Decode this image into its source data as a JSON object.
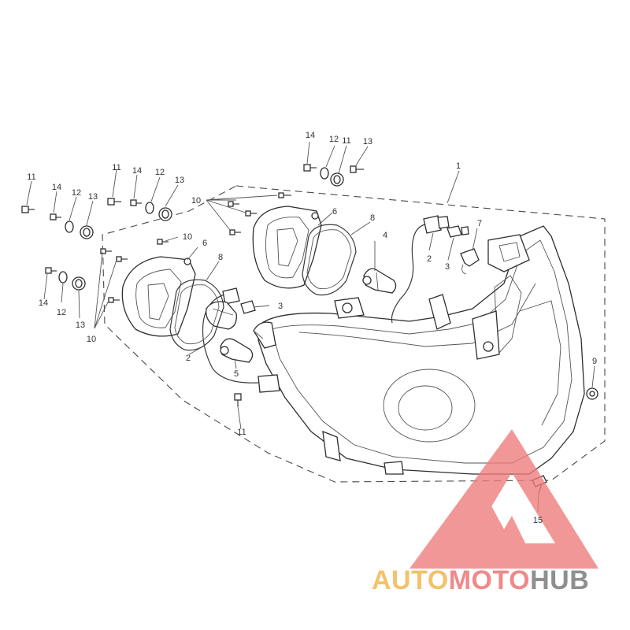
{
  "diagram": {
    "callouts": [
      {
        "id": "c-1",
        "text": "1"
      },
      {
        "id": "c-2a",
        "text": "2"
      },
      {
        "id": "c-2b",
        "text": "2"
      },
      {
        "id": "c-3a",
        "text": "3"
      },
      {
        "id": "c-3b",
        "text": "3"
      },
      {
        "id": "c-4",
        "text": "4"
      },
      {
        "id": "c-5",
        "text": "5"
      },
      {
        "id": "c-6a",
        "text": "6"
      },
      {
        "id": "c-6b",
        "text": "6"
      },
      {
        "id": "c-7",
        "text": "7"
      },
      {
        "id": "c-8a",
        "text": "8"
      },
      {
        "id": "c-8b",
        "text": "8"
      },
      {
        "id": "c-9",
        "text": "9"
      },
      {
        "id": "c-10a",
        "text": "10"
      },
      {
        "id": "c-10b",
        "text": "10"
      },
      {
        "id": "c-10c",
        "text": "10"
      },
      {
        "id": "c-11a",
        "text": "11"
      },
      {
        "id": "c-11b",
        "text": "11"
      },
      {
        "id": "c-11c",
        "text": "11"
      },
      {
        "id": "c-11d",
        "text": "11"
      },
      {
        "id": "c-12a",
        "text": "12"
      },
      {
        "id": "c-12b",
        "text": "12"
      },
      {
        "id": "c-12c",
        "text": "12"
      },
      {
        "id": "c-12d",
        "text": "12"
      },
      {
        "id": "c-13a",
        "text": "13"
      },
      {
        "id": "c-13b",
        "text": "13"
      },
      {
        "id": "c-13c",
        "text": "13"
      },
      {
        "id": "c-13d",
        "text": "13"
      },
      {
        "id": "c-14a",
        "text": "14"
      },
      {
        "id": "c-14b",
        "text": "14"
      },
      {
        "id": "c-14c",
        "text": "14"
      },
      {
        "id": "c-14d",
        "text": "14"
      },
      {
        "id": "c-15",
        "text": "15"
      }
    ]
  },
  "watermark": {
    "part1": "AUTO",
    "part2": "MOTO",
    "part3": "HUB",
    "colors": {
      "auto": "#f3c26b",
      "moto": "#ef8a8a",
      "hub": "#8f8f8f",
      "logo": "#ef7b7b"
    }
  }
}
